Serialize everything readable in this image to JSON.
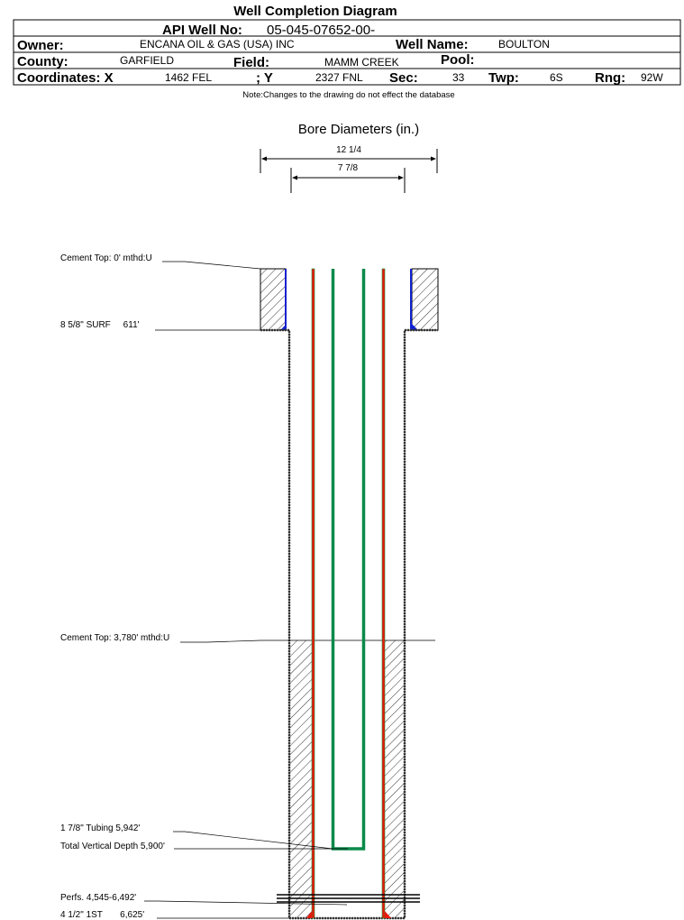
{
  "title": "Well Completion Diagram",
  "header": {
    "api_label": "API Well No:",
    "api_value": "05-045-07652-00-",
    "owner_label": "Owner:",
    "owner_value": "ENCANA OIL & GAS (USA) INC",
    "well_name_label": "Well Name:",
    "well_name_value": "BOULTON",
    "county_label": "County:",
    "county_value": "GARFIELD",
    "field_label": "Field:",
    "field_value": "MAMM CREEK",
    "pool_label": "Pool:",
    "coord_x_label": "Coordinates: X",
    "coord_x_value": "1462 FEL",
    "coord_y_label": "; Y",
    "coord_y_value": "2327 FNL",
    "sec_label": "Sec:",
    "sec_value": "33",
    "twp_label": "Twp:",
    "twp_value": "6S",
    "rng_label": "Rng:",
    "rng_value": "92W"
  },
  "note": "Note:Changes to the drawing do not effect the database",
  "diagram": {
    "bore_title": "Bore Diameters (in.)",
    "bore_outer": "12 1/4",
    "bore_inner": "7 7/8",
    "labels": {
      "cement_top_1": "Cement Top: 0' mthd:U",
      "surface_casing": "8 5/8\" SURF     611'",
      "cement_top_2": "Cement Top: 3,780' mthd:U",
      "tubing": "1 7/8\" Tubing 5,942'",
      "tvd": "Total Vertical Depth 5,900'",
      "perfs": "Perfs. 4,545-6,492'",
      "production_casing": "4 1/2\" 1ST       6,625'"
    },
    "colors": {
      "casing": "#e8180c",
      "tubing": "#0a8a4a",
      "surface_casing": "#1020d0",
      "cement_hatch": "#000000"
    }
  }
}
